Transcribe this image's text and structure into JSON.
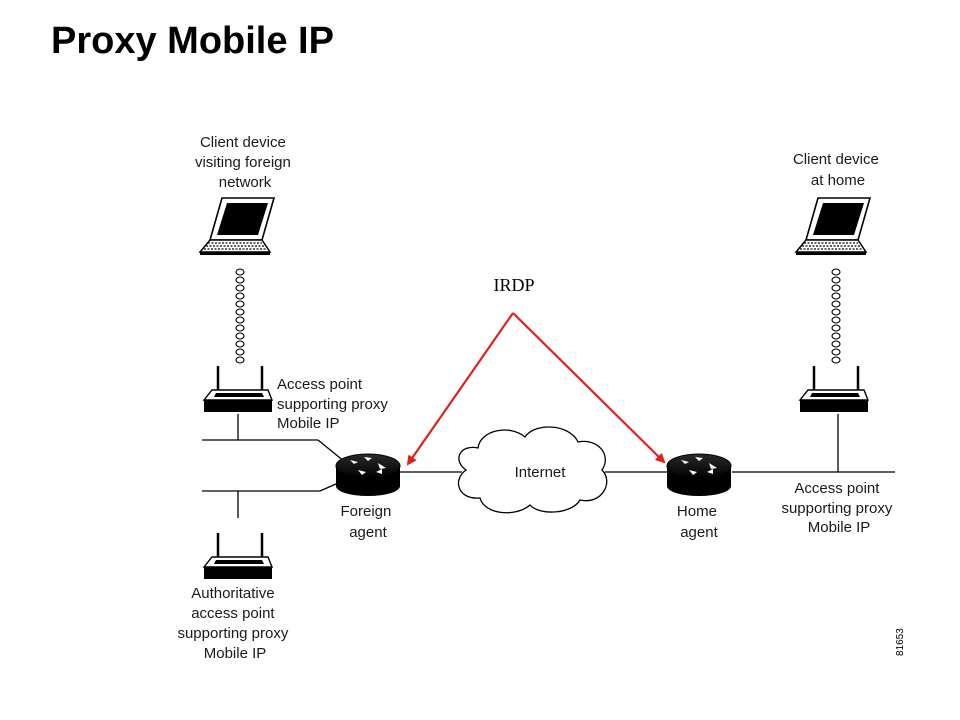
{
  "title": "Proxy Mobile IP",
  "labels": {
    "client_visiting": [
      "Client device",
      "visiting foreign",
      "network"
    ],
    "client_home": [
      "Client device",
      "at home"
    ],
    "ap_foreign": [
      "Access point",
      "supporting proxy",
      "Mobile IP"
    ],
    "ap_home": [
      "Access point",
      "supporting proxy",
      "Mobile IP"
    ],
    "authoritative_ap": [
      "Authoritative",
      "access point",
      "supporting proxy",
      "Mobile IP"
    ],
    "foreign_agent": [
      "Foreign",
      "agent"
    ],
    "home_agent": [
      "Home",
      "agent"
    ],
    "internet": "Internet",
    "irdp": "IRDP",
    "figure_id": "81653"
  },
  "colors": {
    "arrow": "#e0201c",
    "line": "#000000"
  }
}
